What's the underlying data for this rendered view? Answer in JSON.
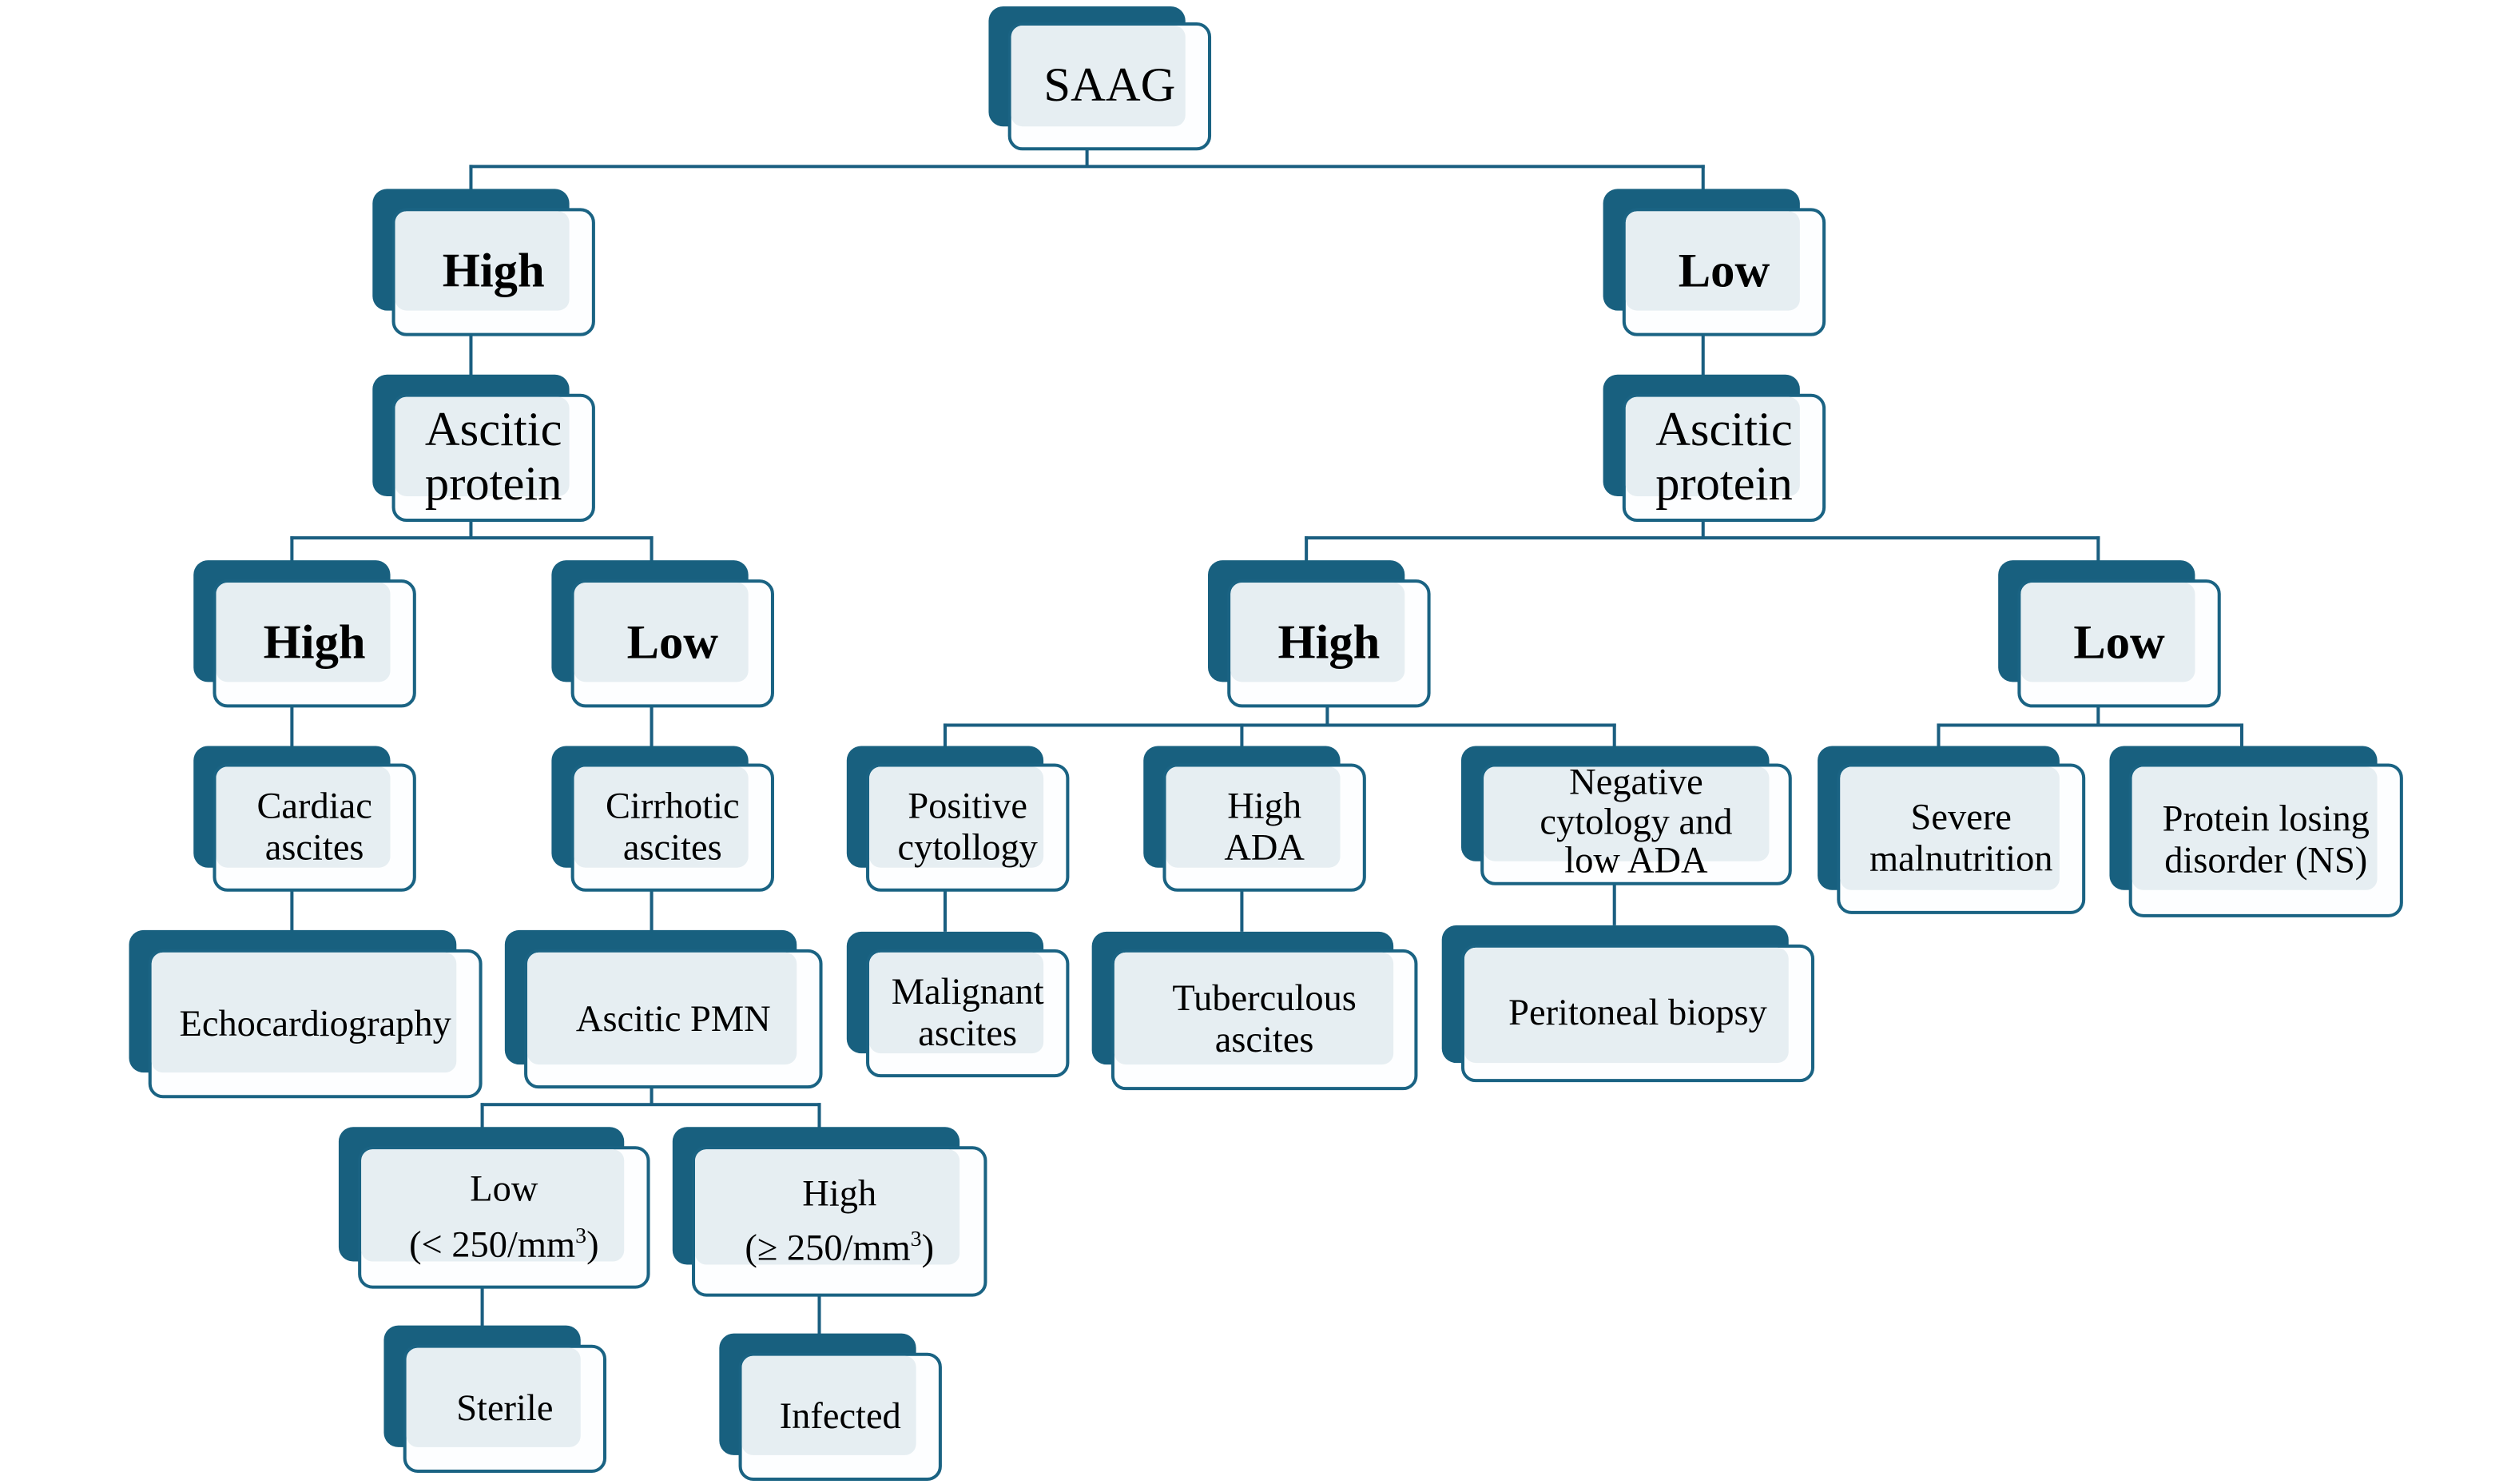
{
  "diagram": {
    "title": "SAAG diagnostic flowchart",
    "colors": {
      "dark": "#18607f",
      "border": "#1a6383",
      "tint": "#e6eef2",
      "line": "#1a5e80"
    },
    "nodes": {
      "saag": "SAAG",
      "high_saag": "High",
      "low_saag": "Low",
      "ascitic_protein_left": "Ascitic\nprotein",
      "ascitic_protein_right": "Ascitic\nprotein",
      "left_high": "High",
      "left_low": "Low",
      "cardiac_ascites": "Cardiac\nascites",
      "cirrhotic_ascites": "Cirrhotic\nascites",
      "echocardiography": "Echocardiography",
      "ascitic_pmn": "Ascitic PMN",
      "pmn_low_line1": "Low",
      "pmn_low_line2": "(< 250/mm",
      "pmn_low_sup": "3",
      "pmn_low_close": ")",
      "pmn_high_line1": "High",
      "pmn_high_line2": "(≥ 250/mm",
      "pmn_high_sup": "3",
      "pmn_high_close": ")",
      "sterile": "Sterile",
      "infected": "Infected",
      "right_high": "High",
      "right_low": "Low",
      "positive_cytology": "Positive\ncytollogy",
      "high_ada": "High\nADA",
      "negative_cytology": "Negative\ncytology and\nlow ADA",
      "malignant_ascites": "Malignant\nascites",
      "tuberculous_ascites": "Tuberculous\nascites",
      "peritoneal_biopsy": "Peritoneal biopsy",
      "severe_malnutrition": "Severe\nmalnutrition",
      "protein_losing": "Protein losing\ndisorder (NS)"
    }
  }
}
